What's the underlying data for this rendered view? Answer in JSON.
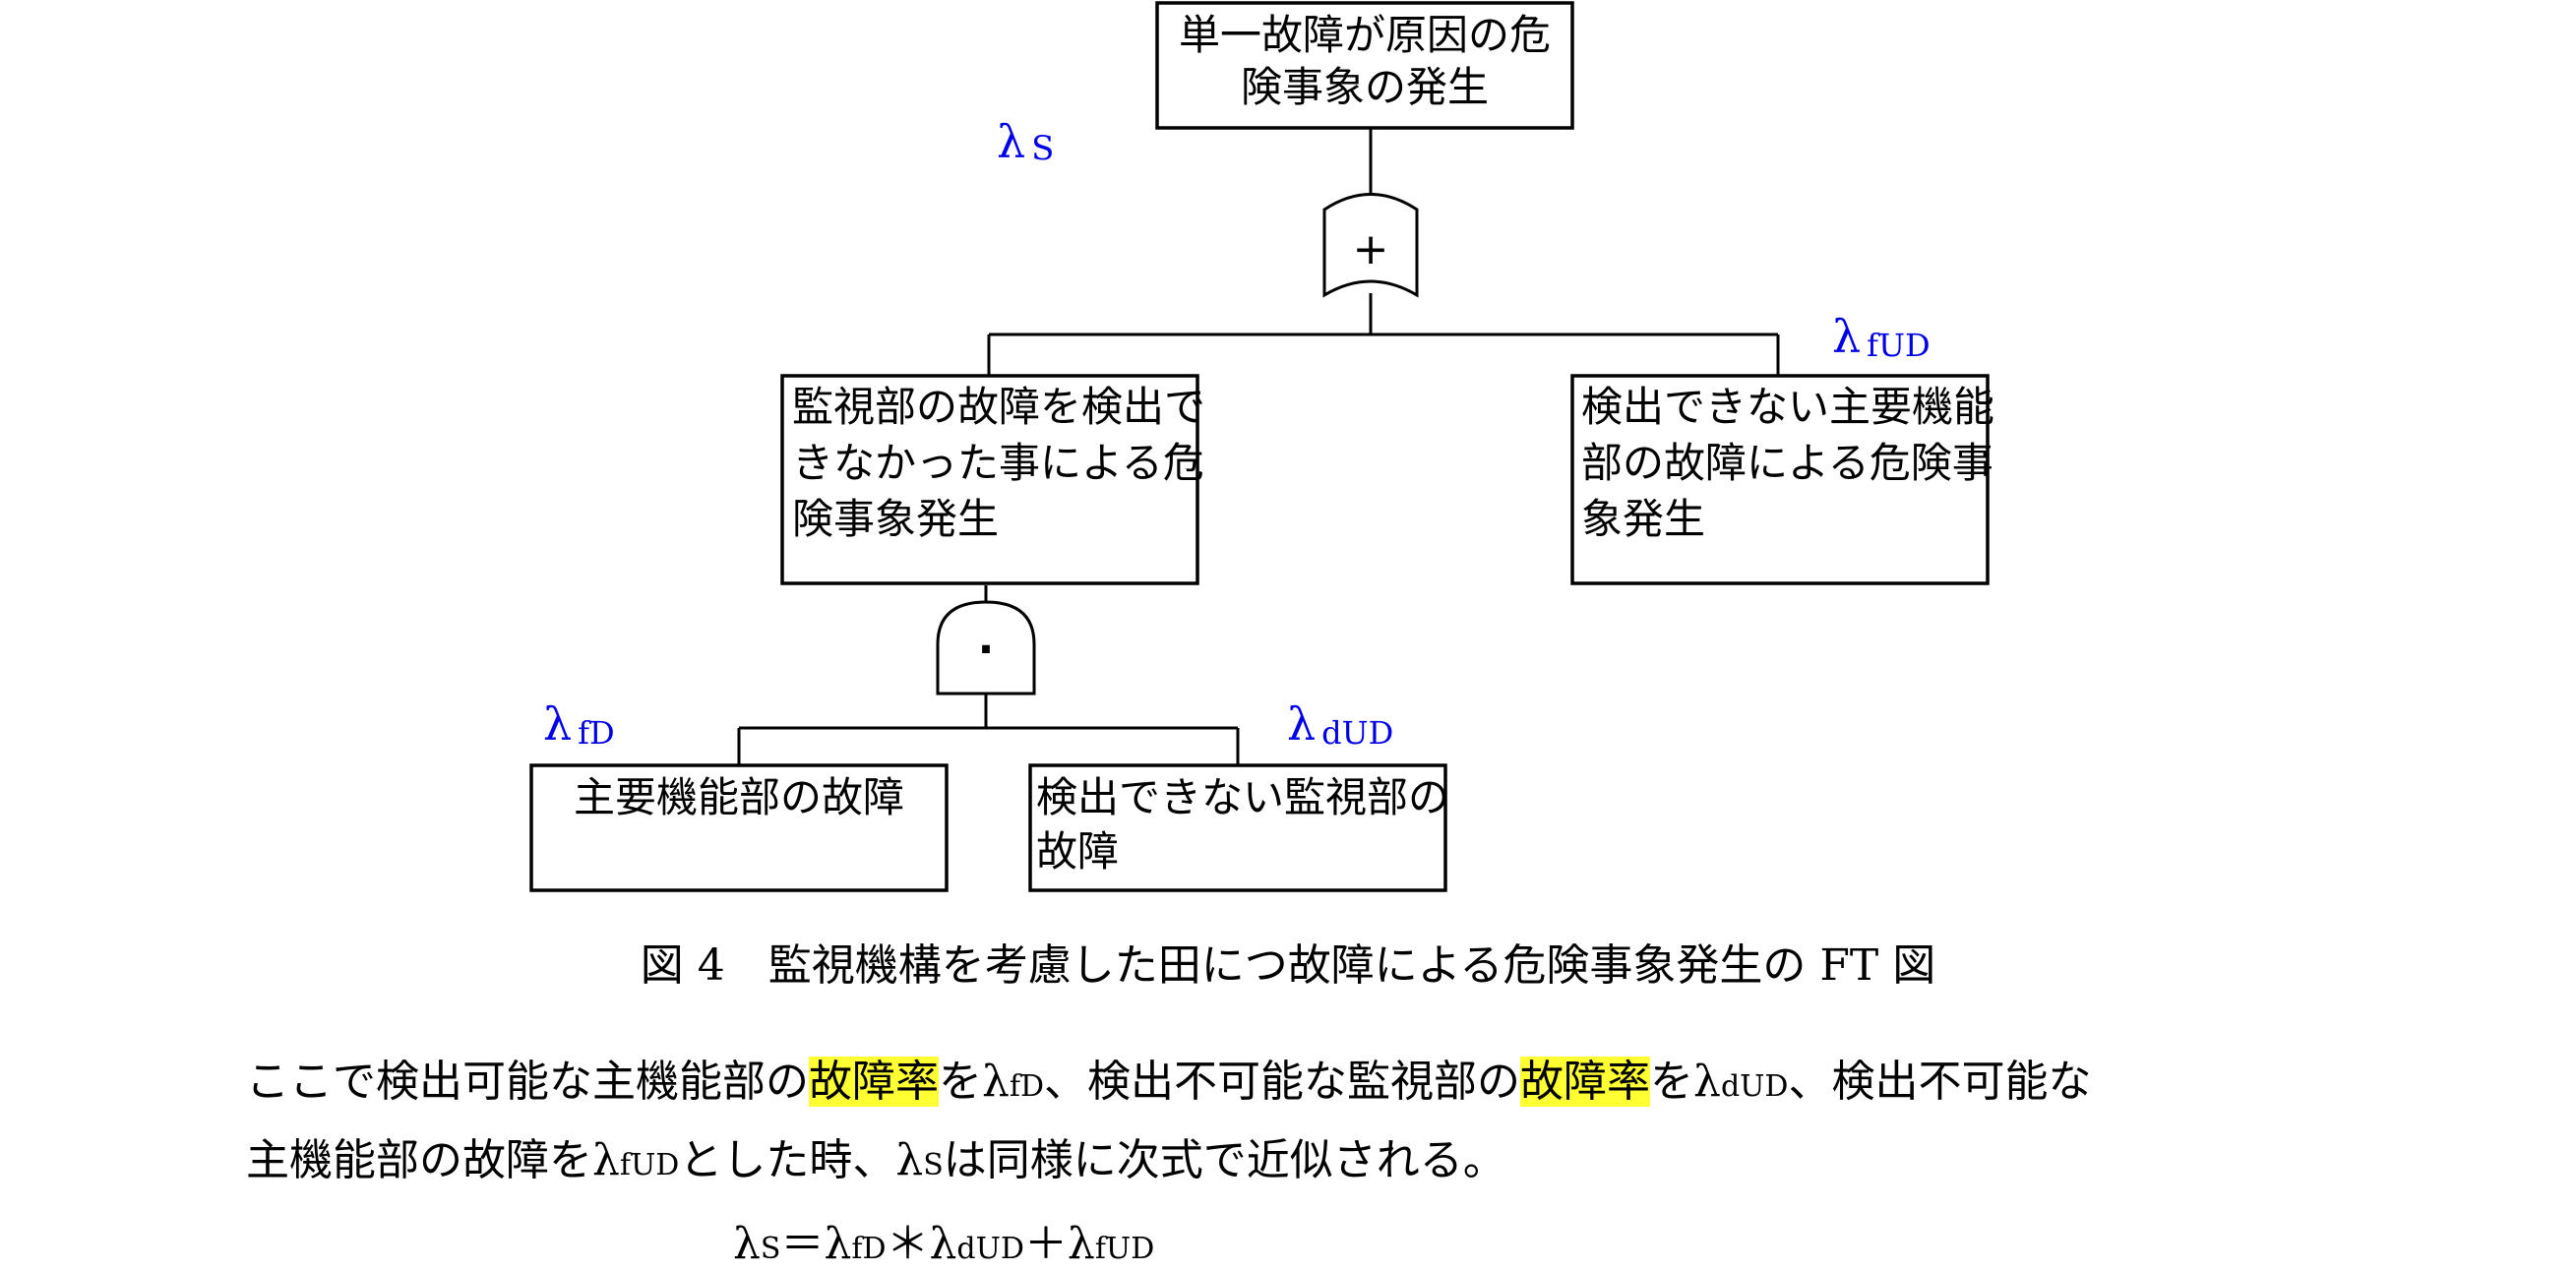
{
  "diagram": {
    "top_event": [
      "単一故障が原因の危",
      "険事象の発生"
    ],
    "left_event": [
      "監視部の故障を検出で",
      "きなかった事による危",
      "険事象発生"
    ],
    "right_event": [
      "検出できない主要機能",
      "部の故障による危険事",
      "象発生"
    ],
    "bottom_left_event": [
      "主要機能部の故障"
    ],
    "bottom_right_event": [
      "検出できない監視部の",
      "故障"
    ],
    "or_gate_symbol": "+",
    "and_gate_symbol": "·",
    "labels": {
      "lambda_s": {
        "sym": "λ",
        "sub": "S"
      },
      "lambda_fud": {
        "sym": "λ",
        "sub": "fUD"
      },
      "lambda_fd": {
        "sym": "λ",
        "sub": "fD"
      },
      "lambda_dud": {
        "sym": "λ",
        "sub": "dUD"
      }
    },
    "label_color": "#0000e6"
  },
  "caption": "図 4　監視機構を考慮した田につ故障による危険事象発生の FT 図",
  "paragraph": {
    "l1_a": "ここで検出可能な主機能部の",
    "l1_hl1": "故障率",
    "l1_b": "をλ",
    "l1_sub1": "fD",
    "l1_c": "、検出不可能な監視部の",
    "l1_hl2": "故障率",
    "l1_d": "をλ",
    "l1_sub2": "dUD",
    "l1_e": "、検出不可能な",
    "l2_a": "主機能部の故障をλ",
    "l2_sub1": "fUD",
    "l2_b": "とした時、λ",
    "l2_sub2": "S",
    "l2_c": "は同様に次式で近似される。",
    "highlight_color": "#ffff33"
  },
  "formula": {
    "a": "λ",
    "s": "S",
    "eq": "＝λ",
    "fd": "fD",
    "mul": "＊λ",
    "dud": "dUD",
    "plus": "＋λ",
    "fud": "fUD"
  }
}
